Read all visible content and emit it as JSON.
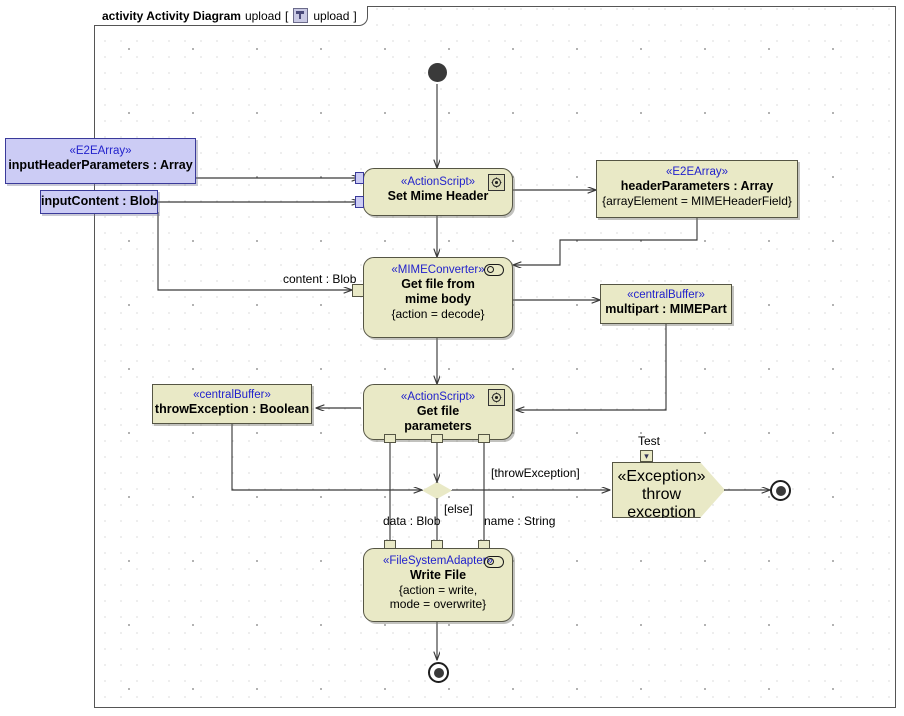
{
  "frame": {
    "keyword": "activity Activity Diagram",
    "name": "upload",
    "bracket_open": "[",
    "bracket_close": "]",
    "diagram_icon": "activity-diagram-icon",
    "inner_name": "upload"
  },
  "nodes": {
    "initial": {
      "name": "initial-node"
    },
    "input_header_parameters": {
      "stereotype": "«E2EArray»",
      "label": "inputHeaderParameters : Array"
    },
    "input_content": {
      "label": "inputContent : Blob"
    },
    "set_mime_header": {
      "stereotype": "«ActionScript»",
      "label": "Set Mime Header",
      "icon": "gear-icon"
    },
    "header_parameters": {
      "stereotype": "«E2EArray»",
      "label": "headerParameters : Array",
      "property": "{arrayElement = MIMEHeaderField}"
    },
    "get_file_from_mime_body": {
      "stereotype": "«MIMEConverter»",
      "label_line1": "Get file from",
      "label_line2": "mime body",
      "property": "{action = decode}",
      "icon": "adapter-icon"
    },
    "multipart": {
      "stereotype": "«centralBuffer»",
      "label": "multipart : MIMEPart"
    },
    "get_file_parameters": {
      "stereotype": "«ActionScript»",
      "label_line1": "Get file",
      "label_line2": "parameters",
      "icon": "gear-icon"
    },
    "throw_exception_buffer": {
      "stereotype": "«centralBuffer»",
      "label": "throwException : Boolean"
    },
    "decision": {
      "name": "decision-node"
    },
    "throw_exception": {
      "stereotype": "«Exception»",
      "label_line1": "throw",
      "label_line2": "exception",
      "test_pin_label": "Test",
      "test_pin_icon": "chevron-down-icon"
    },
    "write_file": {
      "stereotype": "«FileSystemAdapter»",
      "label": "Write File",
      "property_line1": "{action = write,",
      "property_line2": "mode = overwrite}",
      "icon": "adapter-icon"
    },
    "final_exception": {
      "name": "activity-final-node-exception"
    },
    "final_main": {
      "name": "activity-final-node-main"
    }
  },
  "edge_labels": {
    "content_blob": "content : Blob",
    "throw_exception_guard": "[throwException]",
    "else_guard": "[else]",
    "data_blob": "data : Blob",
    "name_string": "name : String"
  },
  "colors": {
    "node_fill": "#e9e9c6",
    "node_border": "#555544",
    "param_fill": "#ccccf5",
    "param_border": "#3a3a9a",
    "stereotype_text": "#2222cc",
    "edge": "#3a3a3a",
    "canvas": "#ffffff"
  }
}
